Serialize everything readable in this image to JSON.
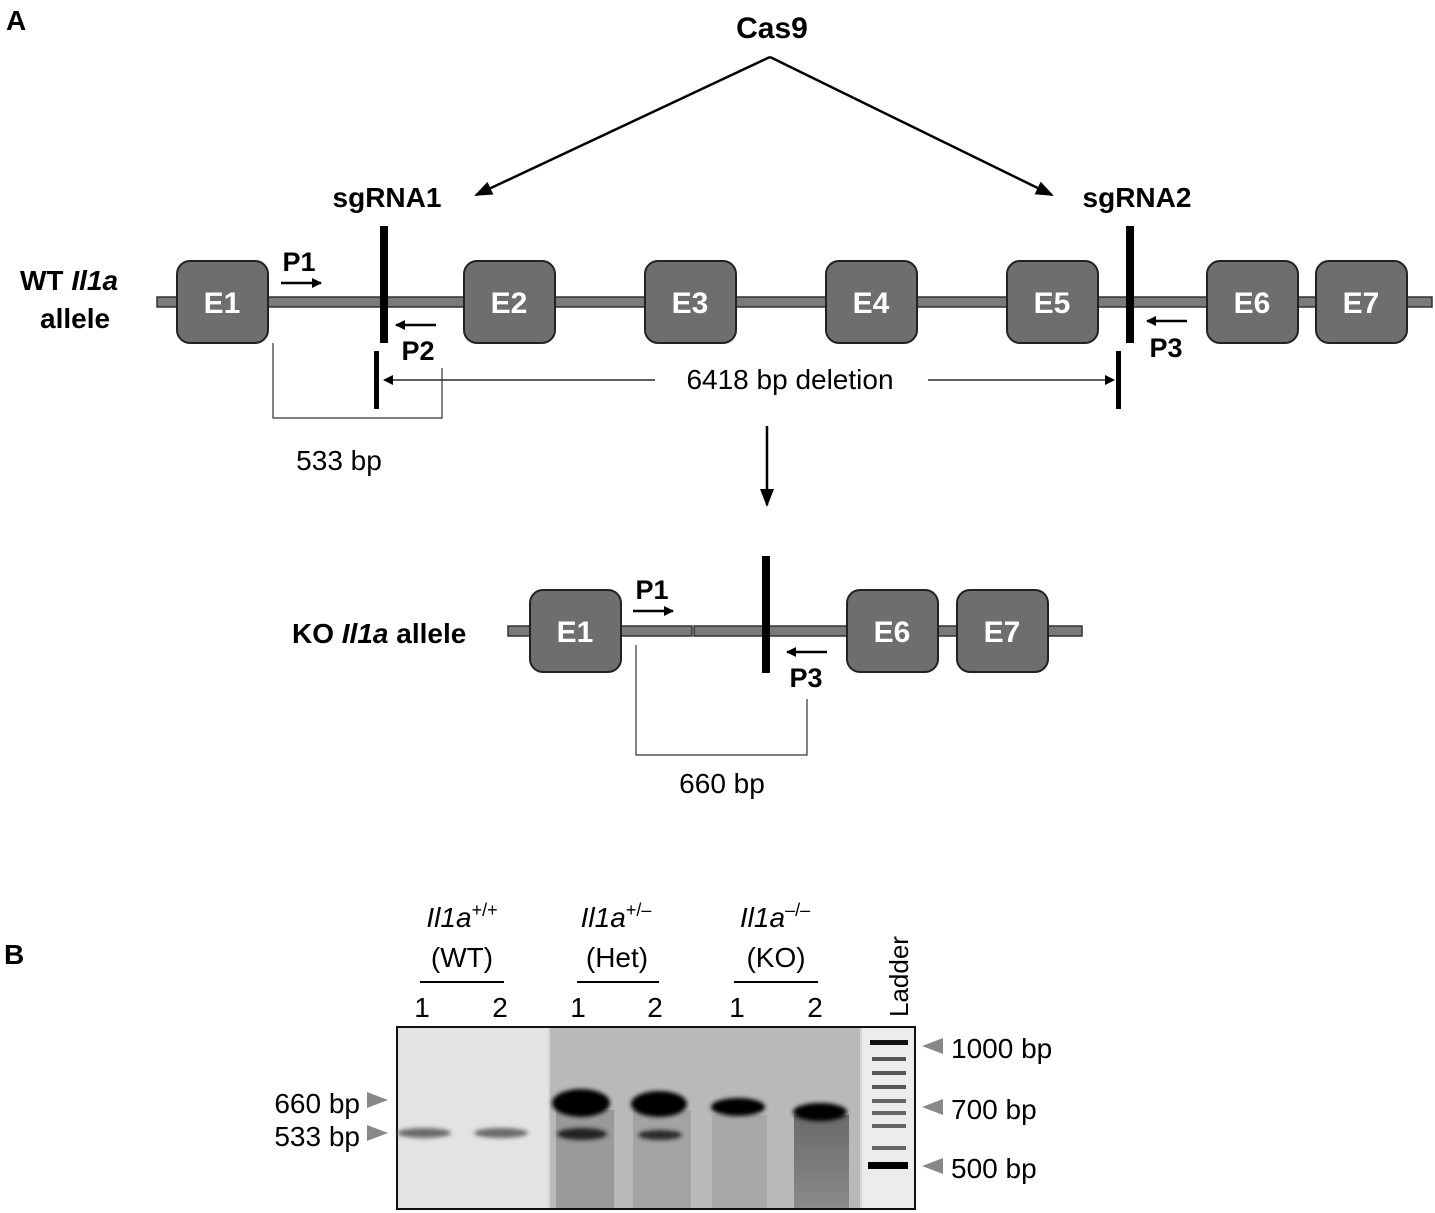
{
  "panel_a": {
    "panel_label": "A",
    "enzyme": "Cas9",
    "guides": [
      "sgRNA1",
      "sgRNA2"
    ],
    "wt_allele": {
      "label_line1_prefix": "WT ",
      "label_line1_gene": "Il1a",
      "label_line2": "allele",
      "exons": [
        "E1",
        "E2",
        "E3",
        "E4",
        "E5",
        "E6",
        "E7"
      ]
    },
    "primers": [
      "P1",
      "P2",
      "P3"
    ],
    "deletion_label": "6418 bp deletion",
    "wt_product": "533 bp",
    "ko_allele": {
      "label_prefix": "KO ",
      "label_gene": "Il1a",
      "label_suffix": " allele",
      "exons": [
        "E1",
        "E6",
        "E7"
      ]
    },
    "ko_product": "660 bp"
  },
  "panel_b": {
    "panel_label": "B",
    "groups": [
      {
        "gene": "Il1a",
        "superscript": "+/+",
        "subtitle": "(WT)",
        "lanes": [
          "1",
          "2"
        ]
      },
      {
        "gene": "Il1a",
        "superscript": "+/–",
        "subtitle": "(Het)",
        "lanes": [
          "1",
          "2"
        ]
      },
      {
        "gene": "Il1a",
        "superscript": "–/–",
        "subtitle": "(KO)",
        "lanes": [
          "1",
          "2"
        ]
      }
    ],
    "ladder_label": "Ladder",
    "left_markers": [
      "660 bp",
      "533 bp"
    ],
    "right_markers": [
      "1000 bp",
      "700 bp",
      "500 bp"
    ],
    "colors": {
      "marker_arrow": "#888888",
      "exon_fill": "#6e6e6e",
      "gel_bg": "#d9d9d9"
    }
  }
}
